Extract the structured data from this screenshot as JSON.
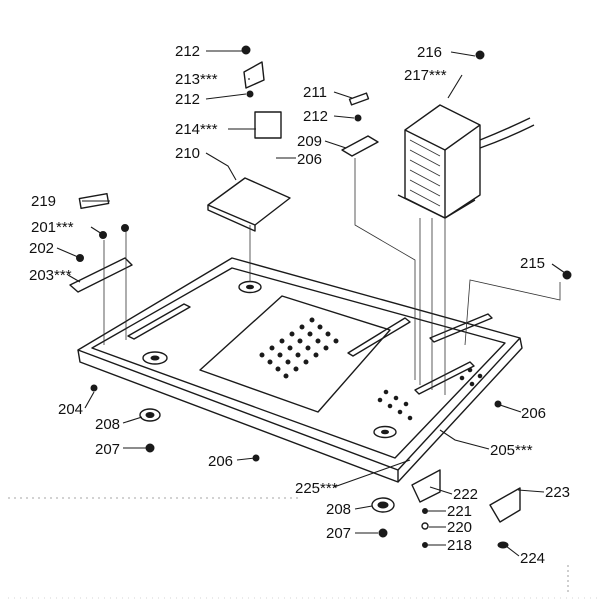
{
  "callouts": {
    "c212a": "212",
    "c213": "213***",
    "c212b": "212",
    "c214": "214***",
    "c210": "210",
    "c206a": "206",
    "c211": "211",
    "c212c": "212",
    "c209": "209",
    "c216": "216",
    "c217": "217***",
    "c219": "219",
    "c201": "201***",
    "c202": "202",
    "c203": "203***",
    "c215": "215",
    "c204": "204",
    "c206b": "206",
    "c208a": "208",
    "c207a": "207",
    "c206c": "206",
    "c205": "205***",
    "c225": "225***",
    "c222": "222",
    "c223": "223",
    "c208b": "208",
    "c221": "221",
    "c220": "220",
    "c207b": "207",
    "c218": "218",
    "c224": "224"
  },
  "colors": {
    "ink": "#1a1a1a",
    "paper": "#ffffff"
  }
}
